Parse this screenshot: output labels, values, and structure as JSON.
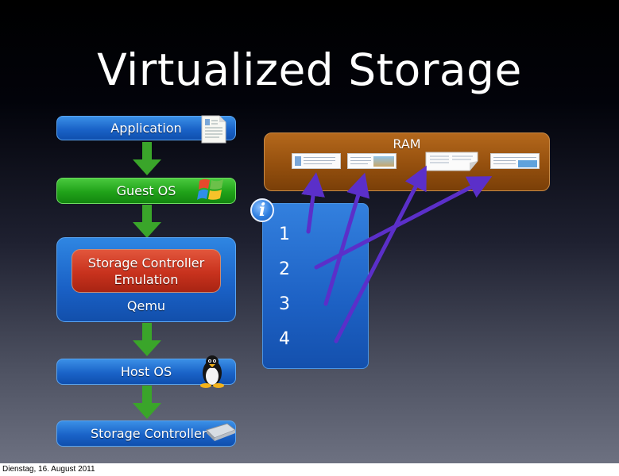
{
  "slide": {
    "title": "Virtualized Storage"
  },
  "stack": {
    "application": "Application",
    "guest_os": "Guest OS",
    "emulation": "Storage Controller Emulation",
    "qemu": "Qemu",
    "host_os": "Host OS",
    "storage_controller": "Storage Controller"
  },
  "ram": {
    "label": "RAM"
  },
  "requests": {
    "numbers": [
      "1",
      "2",
      "3",
      "4"
    ]
  },
  "footer": {
    "date": "Dienstag, 16. August 2011"
  },
  "colors": {
    "blue_bar": "#1a63c8",
    "green_bar": "#20a219",
    "emulation_red": "#c8321d",
    "ram_brown": "#95500e",
    "arrow_green": "#3aa52a",
    "arrow_purple": "#5b2fc9"
  },
  "icons": [
    "document-icon",
    "windows-logo-icon",
    "linux-tux-icon",
    "hard-drive-icon",
    "info-icon"
  ]
}
